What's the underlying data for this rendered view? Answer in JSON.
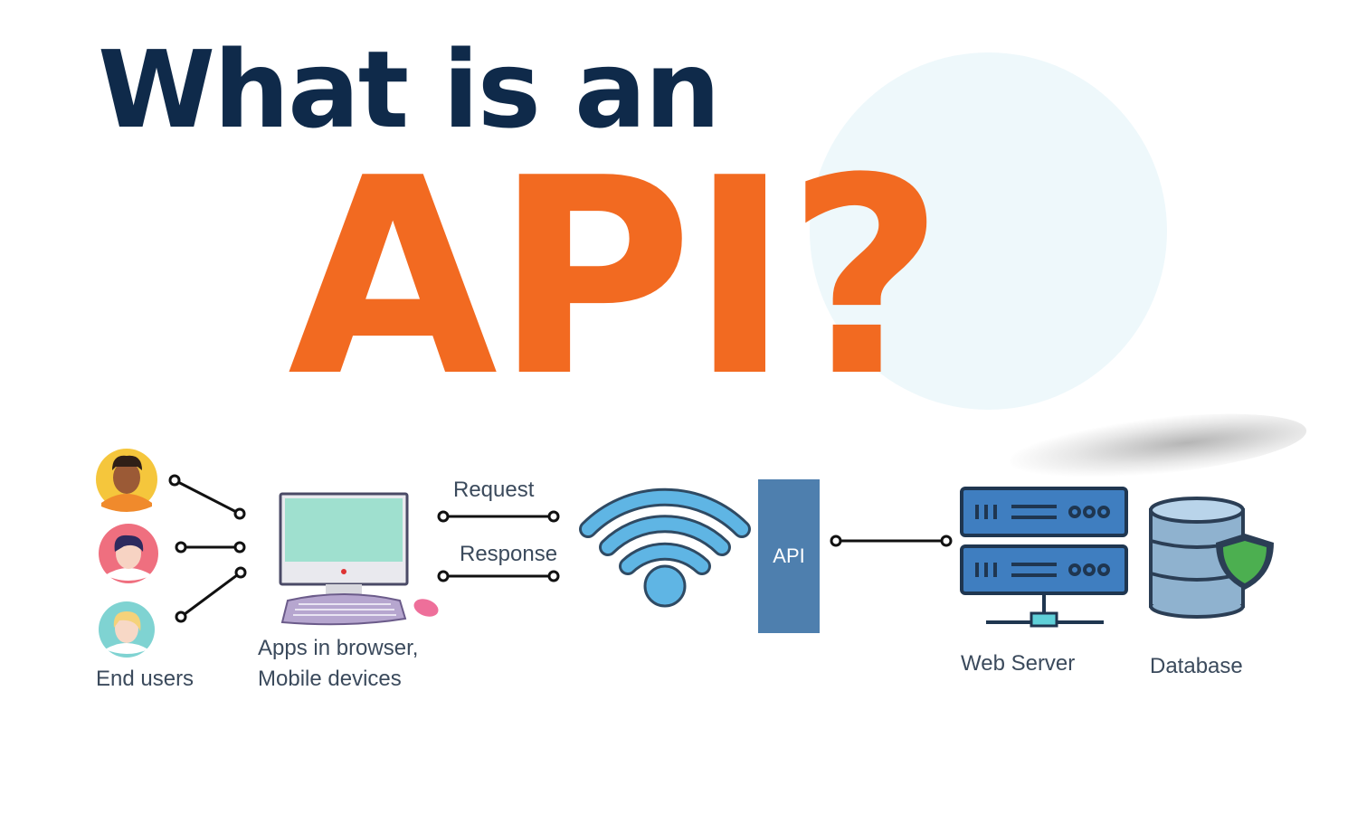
{
  "title": {
    "line1": "What is an",
    "line2": "API?"
  },
  "labels": {
    "end_users": "End users",
    "apps_line1": "Apps in browser,",
    "apps_line2": "Mobile devices",
    "request": "Request",
    "response": "Response",
    "api": "API",
    "web_server": "Web Server",
    "database": "Database"
  },
  "icons": [
    "user-avatar-icon",
    "computer-icon",
    "wifi-icon",
    "server-icon",
    "database-icon",
    "shield-icon"
  ],
  "colors": {
    "navy": "#0f2a4a",
    "orange": "#f26a21",
    "api_box": "#4e7fae",
    "server_blue": "#3f7ec0",
    "shield_green": "#4caf50"
  }
}
